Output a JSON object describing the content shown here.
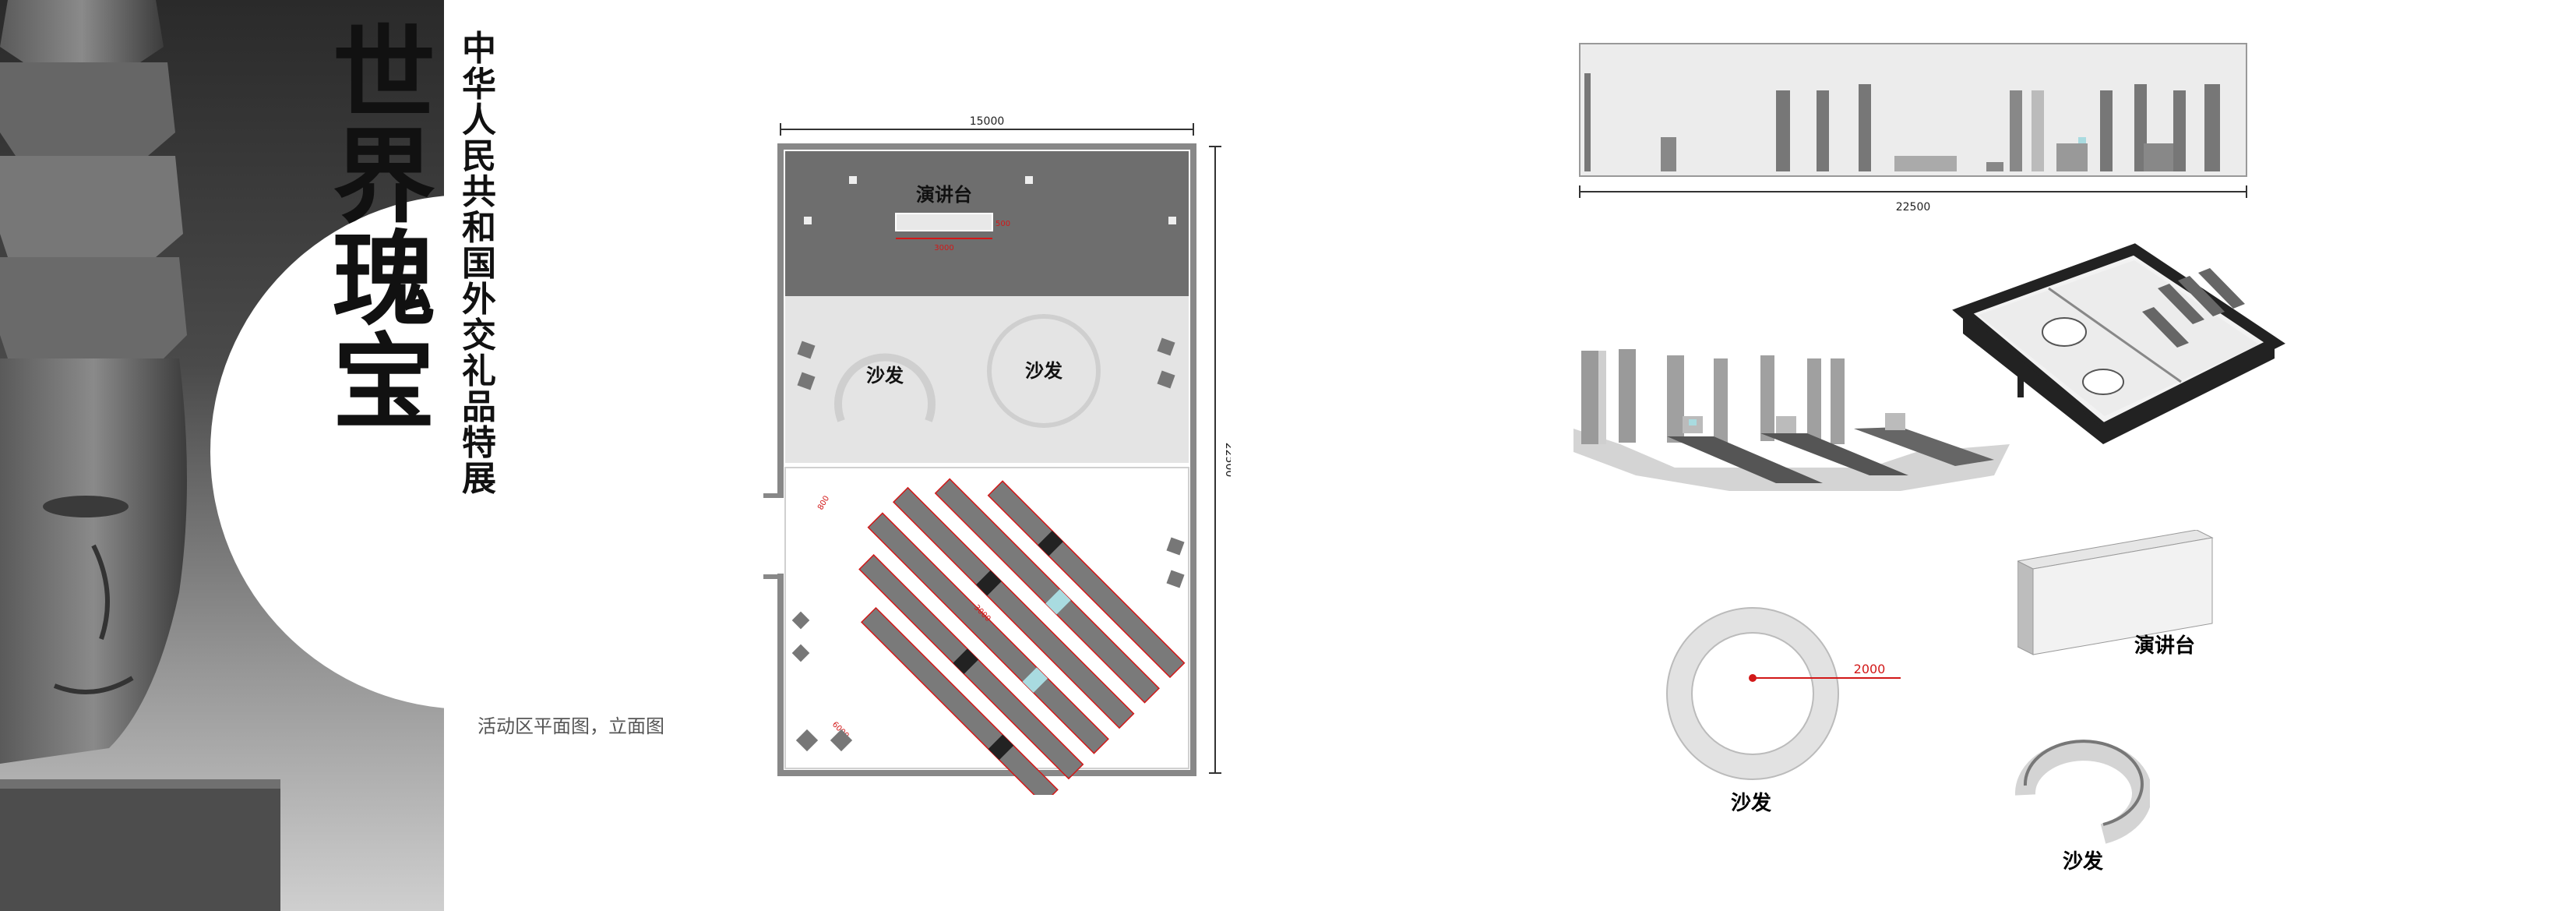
{
  "left_panel": {
    "main_title_chars": [
      "世",
      "界",
      "瑰",
      "宝"
    ],
    "subtitle_chars": [
      "中",
      "华",
      "人",
      "民",
      "共",
      "和",
      "国",
      "外",
      "交",
      "礼",
      "品",
      "特",
      "展"
    ],
    "caption": "活动区平面图，立面图"
  },
  "floor_plan": {
    "width_label": "15000",
    "height_label": "22500",
    "podium_label": "演讲台",
    "podium_dim_height": "500",
    "podium_dim_width": "3000",
    "sofa_label_left": "沙发",
    "sofa_label_right": "沙发",
    "shelf_dim_labels": [
      "800",
      "6000",
      "3000"
    ]
  },
  "elevation": {
    "width_label": "22500"
  },
  "components": {
    "circle_dim": "2000",
    "circle_label": "沙发",
    "podium_label": "演讲台",
    "arc_sofa_label": "沙发"
  },
  "colors": {
    "stage_gray": "#6e6e6e",
    "floor_light": "#e4e4e4",
    "shelf_dark": "#7a7a7a",
    "dim_red": "#d21818"
  }
}
